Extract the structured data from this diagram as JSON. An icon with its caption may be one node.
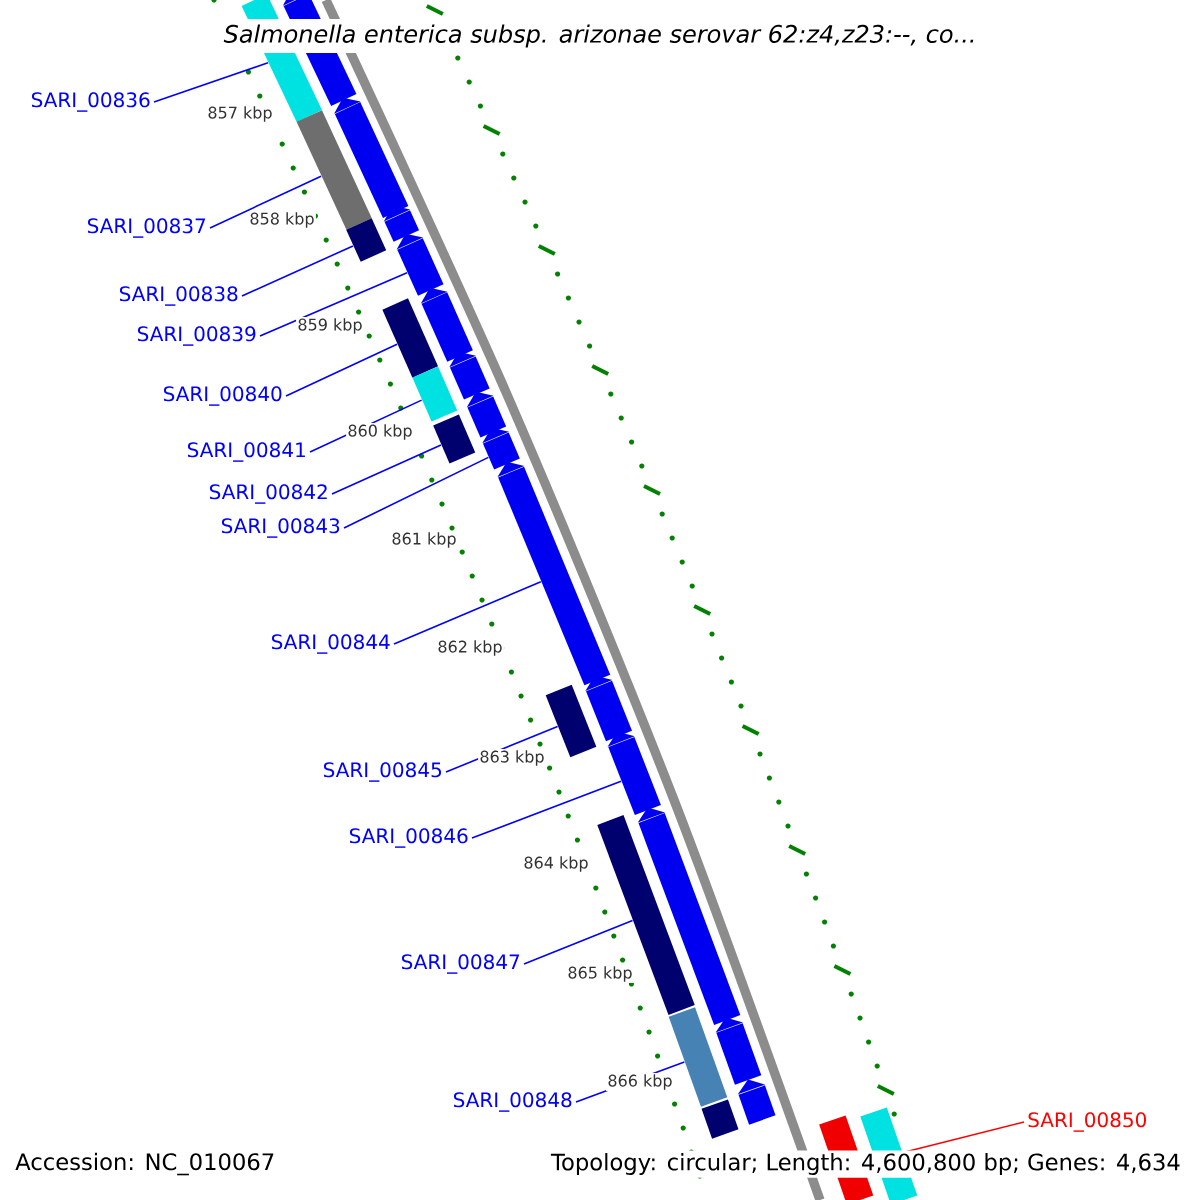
{
  "diagram": {
    "title": "Salmonella enterica subsp. arizonae serovar 62:z4,z23:--, co...",
    "nodes": [
      {
        "text": [
          "SARI_00836"
        ]
      },
      {
        "text": [
          "SARI_00837"
        ]
      },
      {
        "text": [
          "SARI_00838"
        ]
      },
      {
        "text": [
          "SARI_00839"
        ]
      },
      {
        "text": [
          "SARI_00840"
        ]
      },
      {
        "text": [
          "SARI_00841"
        ]
      },
      {
        "text": [
          "SARI_00842"
        ]
      },
      {
        "text": [
          "SARI_00843"
        ]
      },
      {
        "text": [
          "SARI_00844"
        ]
      },
      {
        "text": [
          "SARI_00845"
        ]
      },
      {
        "text": [
          "SARI_00846"
        ]
      },
      {
        "text": [
          "SARI_00847"
        ]
      },
      {
        "text": [
          "SARI_00848"
        ]
      },
      {
        "text": [
          "SARI_00850"
        ]
      },
      {
        "text": [],
        "shape": "bar"
      },
      {
        "text": [],
        "shape": "bar"
      },
      {
        "text": [],
        "shape": "bar"
      },
      {
        "text": [],
        "shape": "bar"
      },
      {
        "text": [],
        "shape": "bar"
      },
      {
        "text": [],
        "shape": "bar"
      },
      {
        "text": [],
        "shape": "bar"
      },
      {
        "text": [],
        "shape": "bar"
      },
      {
        "text": [],
        "shape": "bar"
      },
      {
        "text": [],
        "shape": "bar"
      },
      {
        "text": [],
        "shape": "bar"
      },
      {
        "text": [],
        "shape": "bar"
      },
      {
        "text": [],
        "shape": "bar"
      },
      {
        "text": [],
        "shape": "bar"
      },
      {
        "text": [],
        "shape": "bar"
      },
      {
        "text": [],
        "shape": "bar"
      },
      {
        "text": [],
        "shape": "bar"
      },
      {
        "text": [],
        "shape": "bar"
      },
      {
        "text": [],
        "shape": "bar"
      },
      {
        "text": [],
        "shape": "bar"
      },
      {
        "text": [],
        "shape": "bar"
      },
      {
        "text": [],
        "shape": "bar"
      },
      {
        "text": [],
        "shape": "bar"
      },
      {
        "text": [],
        "shape": "bar"
      },
      {
        "text": [],
        "shape": "bar"
      },
      {
        "text": [],
        "shape": "bar"
      }
    ],
    "edges": [
      {
        "from": 0,
        "to": 14,
        "arrow": "none"
      },
      {
        "from": 1,
        "to": 17,
        "arrow": "none"
      },
      {
        "from": 2,
        "to": 19,
        "arrow": "none"
      },
      {
        "from": 3,
        "to": 20,
        "arrow": "none"
      },
      {
        "from": 4,
        "to": 22,
        "arrow": "none"
      },
      {
        "from": 5,
        "to": 24,
        "arrow": "none"
      },
      {
        "from": 6,
        "to": 26,
        "arrow": "none"
      },
      {
        "from": 7,
        "to": 27,
        "arrow": "none"
      },
      {
        "from": 8,
        "to": 28,
        "arrow": "none"
      },
      {
        "from": 9,
        "to": 30,
        "arrow": "none"
      },
      {
        "from": 10,
        "to": 31,
        "arrow": "none"
      },
      {
        "from": 11,
        "to": 33,
        "arrow": "none"
      },
      {
        "from": 12,
        "to": 34,
        "arrow": "none"
      },
      {
        "from": 13,
        "to": 39,
        "arrow": "none",
        "color": "#ff0000"
      }
    ],
    "labels": [
      "857 kbp",
      "858 kbp",
      "859 kbp",
      "860 kbp",
      "861 kbp",
      "862 kbp",
      "863 kbp",
      "864 kbp",
      "865 kbp",
      "866 kbp",
      "Accession: NC_010067",
      "Topology: circular; Length: 4,600,800 bp; Genes: 4,634"
    ]
  }
}
